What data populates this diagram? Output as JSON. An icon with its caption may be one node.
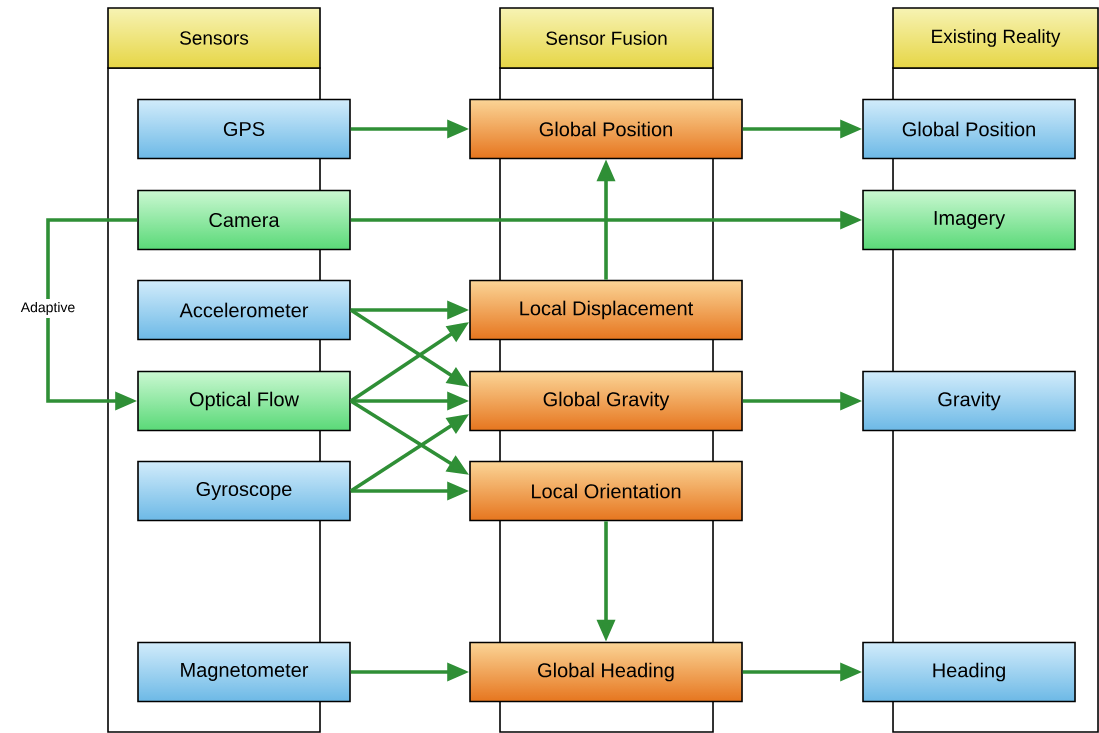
{
  "diagram": {
    "nodes": [
      {
        "text": [
          "Sensors"
        ]
      },
      {
        "text": [
          "Sensor Fusion"
        ]
      },
      {
        "text": [
          "Existing Reality"
        ]
      },
      {
        "text": [
          "GPS"
        ]
      },
      {
        "text": [
          "Camera"
        ]
      },
      {
        "text": [
          "Accelerometer"
        ]
      },
      {
        "text": [
          "Optical Flow"
        ]
      },
      {
        "text": [
          "Gyroscope"
        ]
      },
      {
        "text": [
          "Magnetometer"
        ]
      },
      {
        "text": [
          "Global Position"
        ]
      },
      {
        "text": [
          "Local Displacement"
        ]
      },
      {
        "text": [
          "Global Gravity"
        ]
      },
      {
        "text": [
          "Local Orientation"
        ]
      },
      {
        "text": [
          "Global Heading"
        ]
      },
      {
        "text": [
          "Global Position"
        ]
      },
      {
        "text": [
          "Imagery"
        ]
      },
      {
        "text": [
          "Gravity"
        ]
      },
      {
        "text": [
          "Heading"
        ]
      }
    ],
    "edges": [
      {
        "from": 3,
        "to": 9,
        "arrow": "to"
      },
      {
        "from": 4,
        "to": 15,
        "arrow": "to"
      },
      {
        "from": 4,
        "to": 6,
        "arrow": "to",
        "label": "Adaptive"
      },
      {
        "from": 5,
        "to": 10,
        "arrow": "to"
      },
      {
        "from": 5,
        "to": 11,
        "arrow": "to"
      },
      {
        "from": 6,
        "to": 10,
        "arrow": "to"
      },
      {
        "from": 6,
        "to": 11,
        "arrow": "to"
      },
      {
        "from": 6,
        "to": 12,
        "arrow": "to"
      },
      {
        "from": 7,
        "to": 11,
        "arrow": "to"
      },
      {
        "from": 7,
        "to": 12,
        "arrow": "to"
      },
      {
        "from": 10,
        "to": 9,
        "arrow": "to"
      },
      {
        "from": 12,
        "to": 13,
        "arrow": "to"
      },
      {
        "from": 8,
        "to": 13,
        "arrow": "to"
      },
      {
        "from": 9,
        "to": 14,
        "arrow": "to"
      },
      {
        "from": 11,
        "to": 16,
        "arrow": "to"
      },
      {
        "from": 13,
        "to": 17,
        "arrow": "to"
      }
    ]
  }
}
